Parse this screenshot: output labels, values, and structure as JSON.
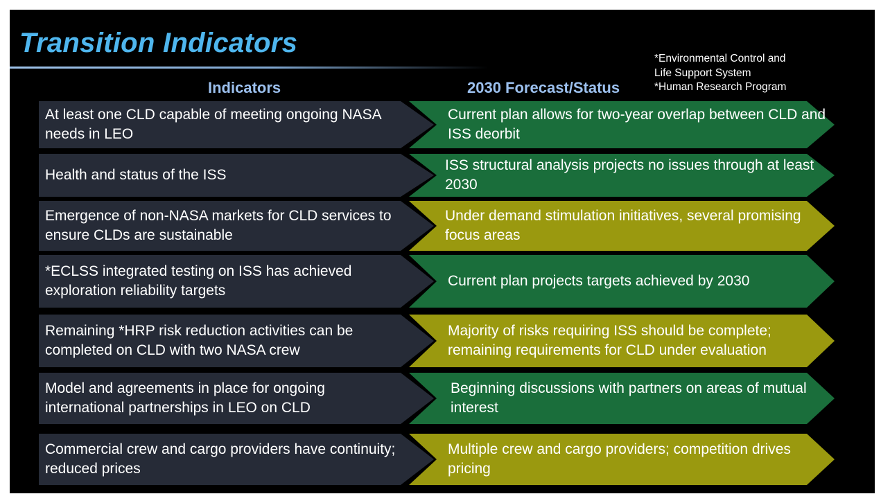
{
  "title": "Transition Indicators",
  "notes": [
    "*Environmental Control and",
    "Life Support System",
    "*Human Research Program"
  ],
  "headers": {
    "indicators": "Indicators",
    "forecast": "2030 Forecast/Status"
  },
  "colors": {
    "green": "#1a6e3b",
    "yellow": "#9a990f",
    "indicator_box": "#262b37",
    "title": "#4fb6ee",
    "header": "#9cc0ee"
  },
  "rows": [
    {
      "indicator": "At least one CLD capable of meeting ongoing NASA needs in LEO",
      "status": "Current plan allows for two-year overlap between CLD and ISS deorbit",
      "color": "green"
    },
    {
      "indicator": "Health and status of the ISS",
      "status": "ISS structural analysis projects no issues through at least 2030",
      "color": "green"
    },
    {
      "indicator": "Emergence of non-NASA markets for CLD services to ensure CLDs are sustainable",
      "status": "Under demand stimulation initiatives, several promising focus areas",
      "color": "yellow"
    },
    {
      "indicator": "*ECLSS integrated testing on ISS has achieved exploration reliability targets",
      "status": "Current plan projects targets achieved by 2030",
      "color": "green"
    },
    {
      "indicator": "Remaining *HRP risk reduction activities can be completed on CLD with two NASA crew",
      "status": "Majority of risks requiring ISS should be complete; remaining requirements for CLD under evaluation",
      "color": "yellow"
    },
    {
      "indicator": "Model and agreements in place for ongoing international partnerships in LEO on CLD",
      "status": "Beginning discussions with partners on areas of mutual interest",
      "color": "green"
    },
    {
      "indicator": "Commercial crew and cargo providers have continuity; reduced prices",
      "status": "Multiple crew and cargo providers; competition drives pricing",
      "color": "yellow"
    }
  ]
}
